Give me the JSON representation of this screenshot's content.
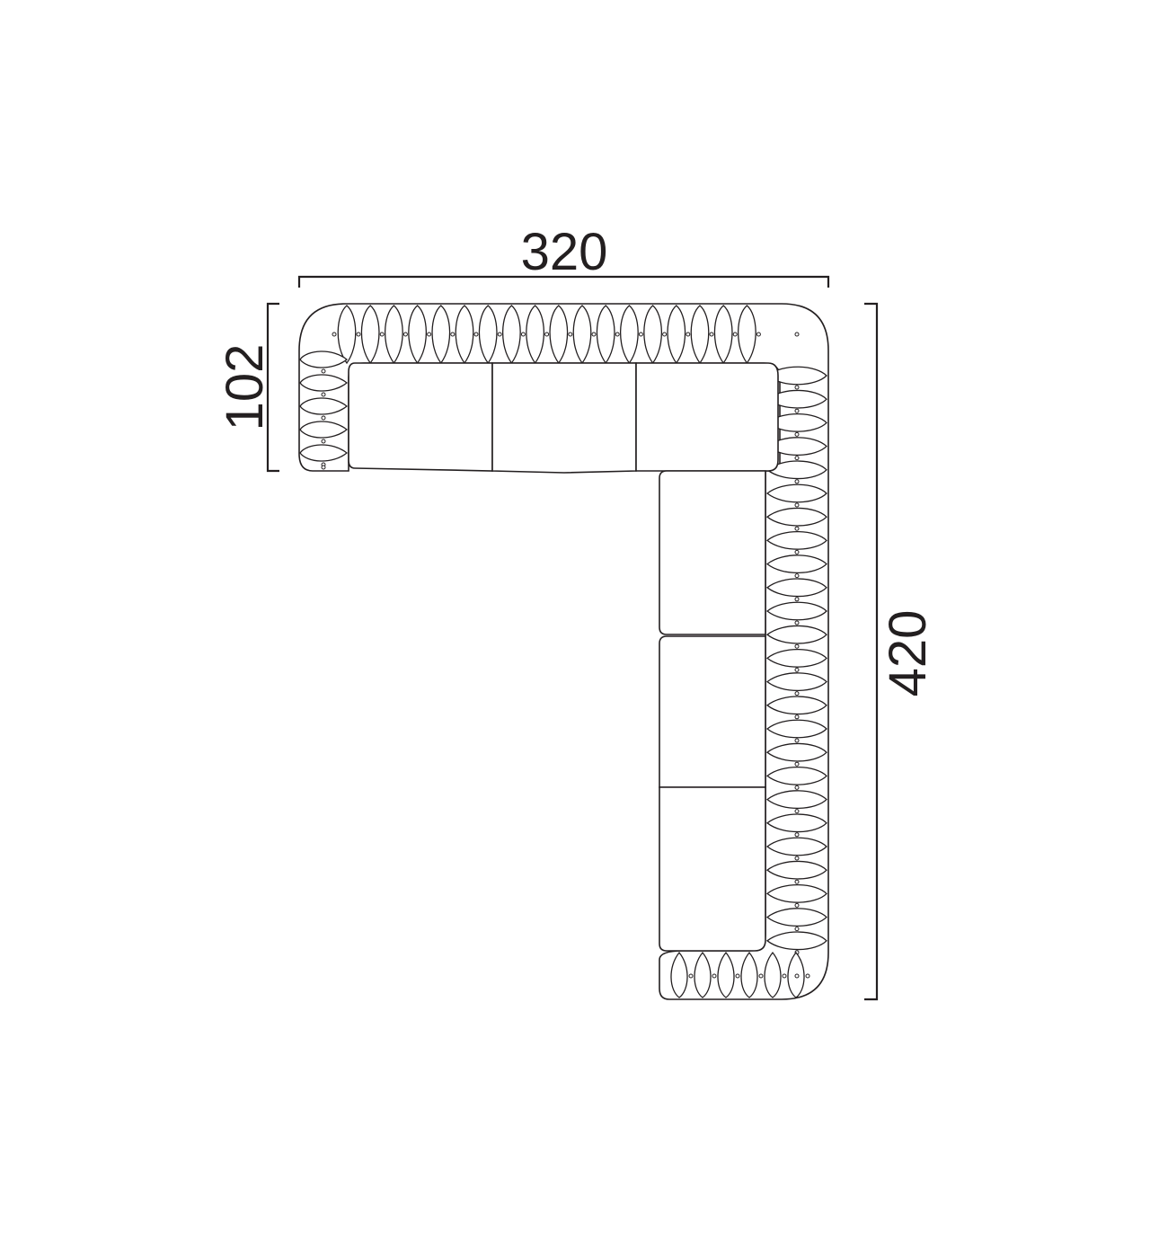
{
  "dimensions": {
    "width": "320",
    "depth": "102",
    "length": "420"
  },
  "colors": {
    "line": "#231f20",
    "background": "#ffffff"
  }
}
